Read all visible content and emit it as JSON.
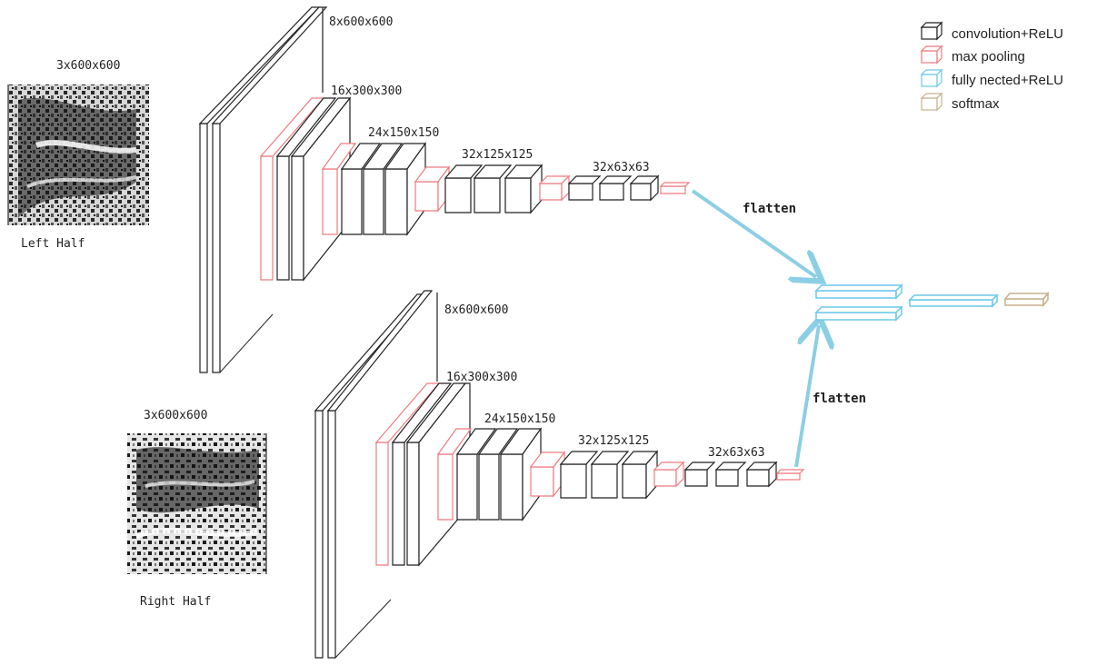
{
  "colors": {
    "conv": "#222222",
    "pool": "#ee7b80",
    "fc": "#6cc9ea",
    "softmax": "#c9b08f",
    "arrow": "#8ccfe4"
  },
  "legend": [
    {
      "label": "convolution+ReLU",
      "icon": "conv-box-icon"
    },
    {
      "label": "max pooling",
      "icon": "pool-box-icon"
    },
    {
      "label": "fully nected+ReLU",
      "icon": "fc-box-icon"
    },
    {
      "label": "softmax",
      "icon": "softmax-box-icon"
    }
  ],
  "top_branch": {
    "input_size": "3x600x600",
    "input_label": "Left Half",
    "layer_labels": [
      "8x600x600",
      "16x300x300",
      "24x150x150",
      "32x125x125",
      "32x63x63"
    ],
    "flatten": "flatten"
  },
  "bottom_branch": {
    "input_size": "3x600x600",
    "input_label": "Right Half",
    "layer_labels": [
      "8x600x600",
      "16x300x300",
      "24x150x150",
      "32x125x125",
      "32x63x63"
    ],
    "flatten": "flatten"
  }
}
